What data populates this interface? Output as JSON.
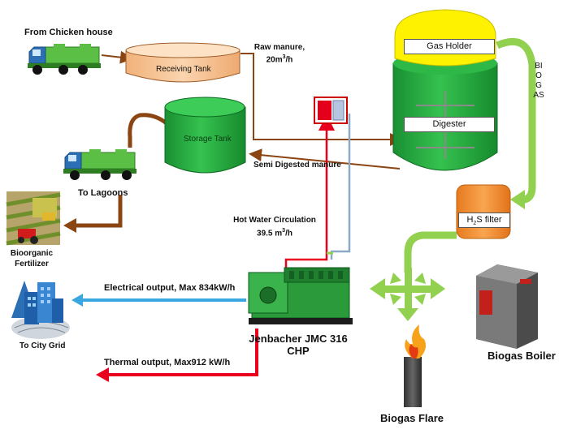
{
  "labels": {
    "from_chicken_house": "From Chicken house",
    "receiving_tank": "Receiving Tank",
    "raw_manure": "Raw manure,",
    "raw_manure_rate": "20m",
    "raw_manure_unit_sup": "3",
    "raw_manure_unit_tail": "/h",
    "storage_tank": "Storage Tank",
    "semi_digested": "Semi Digested manure",
    "to_lagoons": "To Lagoons",
    "bioorganic_line1": "Bioorganic",
    "bioorganic_line2": "Fertilizer",
    "gas_holder": "Gas Holder",
    "digester": "Digester",
    "biogas_vertical": [
      "BI",
      "O",
      "G",
      "AS"
    ],
    "h2s_h": "H",
    "h2s_sub": "2",
    "h2s_tail": "S filter",
    "hot_water_line1": "Hot  Water Circulation",
    "hot_water_rate": "39.5 m",
    "hot_water_sup": "3",
    "hot_water_tail": "/h",
    "electrical_output": "Electrical output, Max 834kW/h",
    "thermal_output": "Thermal output, Max912 kW/h",
    "to_city_grid": "To City Grid",
    "chp_line1": "Jenbacher JMC 316",
    "chp_line2": "CHP",
    "biogas_boiler": "Biogas Boiler",
    "biogas_flare": "Biogas Flare"
  },
  "colors": {
    "manure_pipe": "#8B4513",
    "gas_pipe": "#92D050",
    "hot_pipe": "#E8001C",
    "cold_pipe": "#8EA9C8",
    "power_line": "#3BA7E0",
    "tank_green": "#1FA53A",
    "gas_holder_yellow": "#FFF200",
    "receiving_tank": "#F8C79B",
    "h2s_orange": "#F58D2E",
    "truck_green": "#5BBE45",
    "truck_blue": "#2C6FB5"
  },
  "icons": [
    "truck-icon",
    "farm-field-icon",
    "city-grid-icon",
    "chp-engine-icon",
    "boiler-icon",
    "flare-icon",
    "heat-exchanger-icon"
  ]
}
